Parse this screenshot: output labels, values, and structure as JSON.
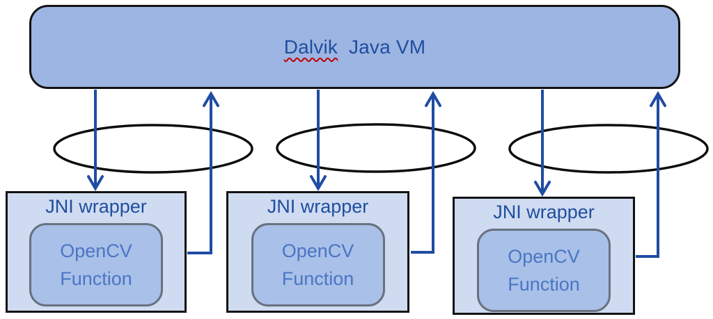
{
  "diagram": {
    "vm_box": {
      "title_word1": "Dalvik",
      "title_word2": "Java VM",
      "spellcheck_underline_on_word1": true
    },
    "jni_boxes": [
      {
        "title": "JNI wrapper",
        "inner": {
          "line1": "OpenCV",
          "line2": "Function"
        }
      },
      {
        "title": "JNI wrapper",
        "inner": {
          "line1": "OpenCV",
          "line2": "Function"
        }
      },
      {
        "title": "JNI wrapper",
        "inner": {
          "line1": "OpenCV",
          "line2": "Function"
        }
      }
    ],
    "connectors": {
      "down_arrow_count": 3,
      "up_arrow_count": 3,
      "ellipse_count": 3
    },
    "colors": {
      "vm_fill": "#9db5e2",
      "jni_fill": "#cfdbf1",
      "inner_fill": "#a9c0e8",
      "inner_border": "#68727e",
      "box_outline": "#121212",
      "arrow_blue": "#1f4ca3",
      "heading_text": "#1f4e9e",
      "inner_text": "#4a76c4",
      "spellcheck_red": "#c00000",
      "background": "#ffffff"
    }
  }
}
